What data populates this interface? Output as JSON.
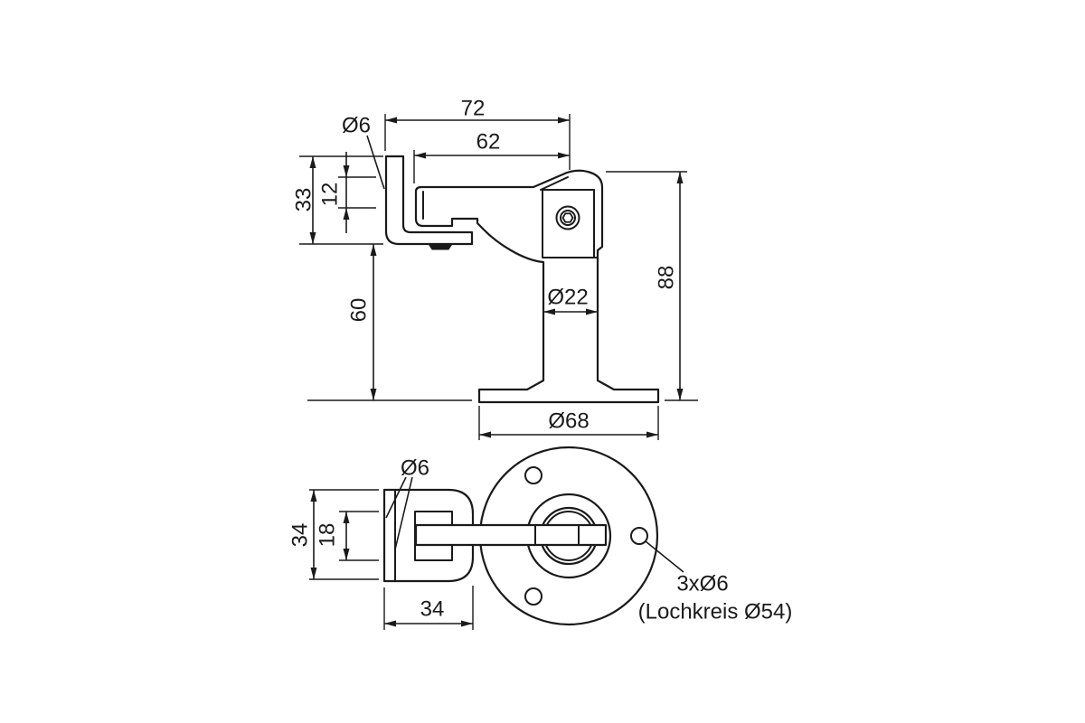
{
  "drawing": {
    "kind": "technical dimension drawing, door holder with floor pedestal and door bracket",
    "line_color": "#1a1a1a",
    "background": "#ffffff",
    "side_view": {
      "dims": {
        "overall_width": "72",
        "arm_length": "62",
        "plate_hole_dia": "Ø6",
        "plate_height": "33",
        "hole_spacing": "12",
        "clearance_height": "60",
        "post_dia": "Ø22",
        "overall_height": "88",
        "base_dia": "Ø68"
      }
    },
    "plan_view": {
      "dims": {
        "plate_hole_dia": "Ø6",
        "plate_depth": "34",
        "slot_height": "18",
        "plate_width": "34",
        "holes_note": "3xØ6",
        "bolt_circle_note": "(Lochkreis Ø54)"
      }
    }
  }
}
